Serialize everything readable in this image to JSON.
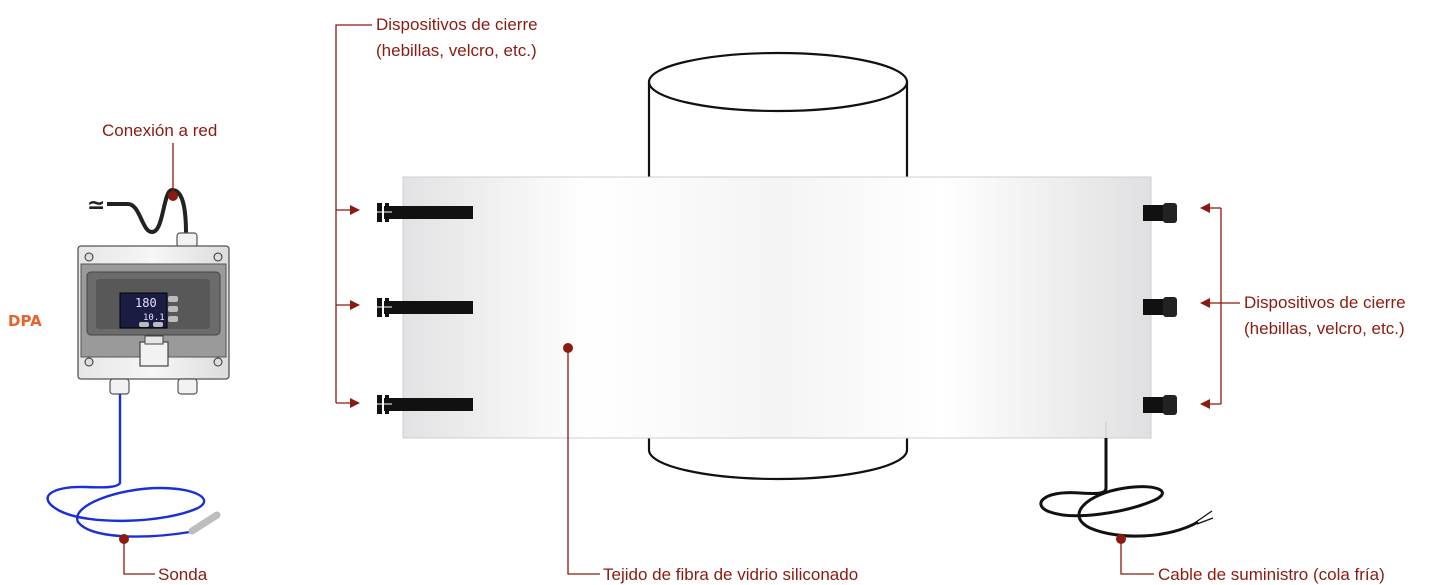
{
  "labels": {
    "closure_left_line1": "Dispositivos de cierre",
    "closure_left_line2": "(hebillas, velcro, etc.)",
    "closure_right_line1": "Dispositivos de cierre",
    "closure_right_line2": "(hebillas, velcro, etc.)",
    "network_connection": "Conexión a red",
    "dpa": "DPA",
    "probe": "Sonda",
    "fabric": "Tejido de fibra de vidrio siliconado",
    "supply_cable": "Cable de suministro (cola fría)",
    "ac_symbol": "≃"
  },
  "controller_display": {
    "setpoint": "180",
    "reading": "10.1"
  },
  "colors": {
    "label_text": "#8b1a10",
    "dpa_text": "#e8622a",
    "probe_cable": "#1a2fd6",
    "strap": "#111111"
  }
}
